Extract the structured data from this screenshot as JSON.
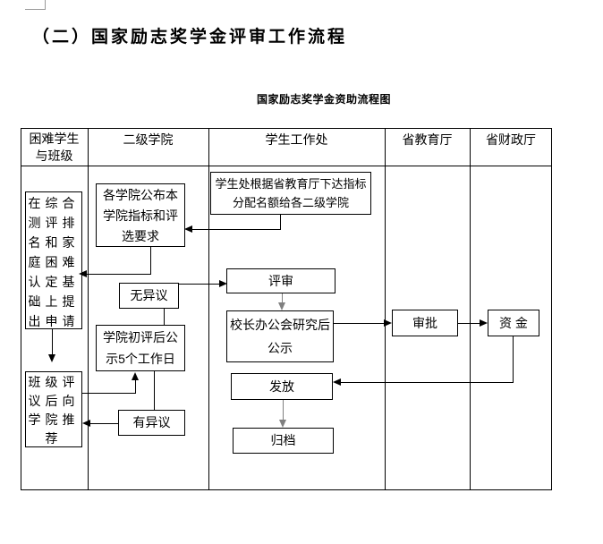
{
  "heading": "（二）国家励志奖学金评审工作流程",
  "diagram": {
    "title": "国家励志奖学金资助流程图",
    "lanes": [
      {
        "lines": [
          "困难学生",
          "与班级"
        ]
      },
      {
        "lines": [
          "二级学院"
        ]
      },
      {
        "lines": [
          "学生工作处"
        ]
      },
      {
        "lines": [
          "省教育厅"
        ]
      },
      {
        "lines": [
          "省财政厅"
        ]
      }
    ],
    "nodes": {
      "apply": "在综合测评排名和家庭困难认定基础上提出申请",
      "recommend": "班级评议后向学院推荐",
      "announce": "各学院公布本学院指标和评选要求",
      "no_objection": "无异议",
      "initial_review": "学院初评后公示5个工作日",
      "objection": "有异议",
      "allocate": "学生处根据省教育厅下达指标分配名额给各二级学院",
      "review": "评审",
      "president_meeting": "校长办公会研究后公示",
      "grant": "发放",
      "archive": "归档",
      "approve": "审批",
      "fund": "资 金"
    },
    "colors": {
      "line": "#000000",
      "secondary_arrow": "#808080"
    }
  }
}
